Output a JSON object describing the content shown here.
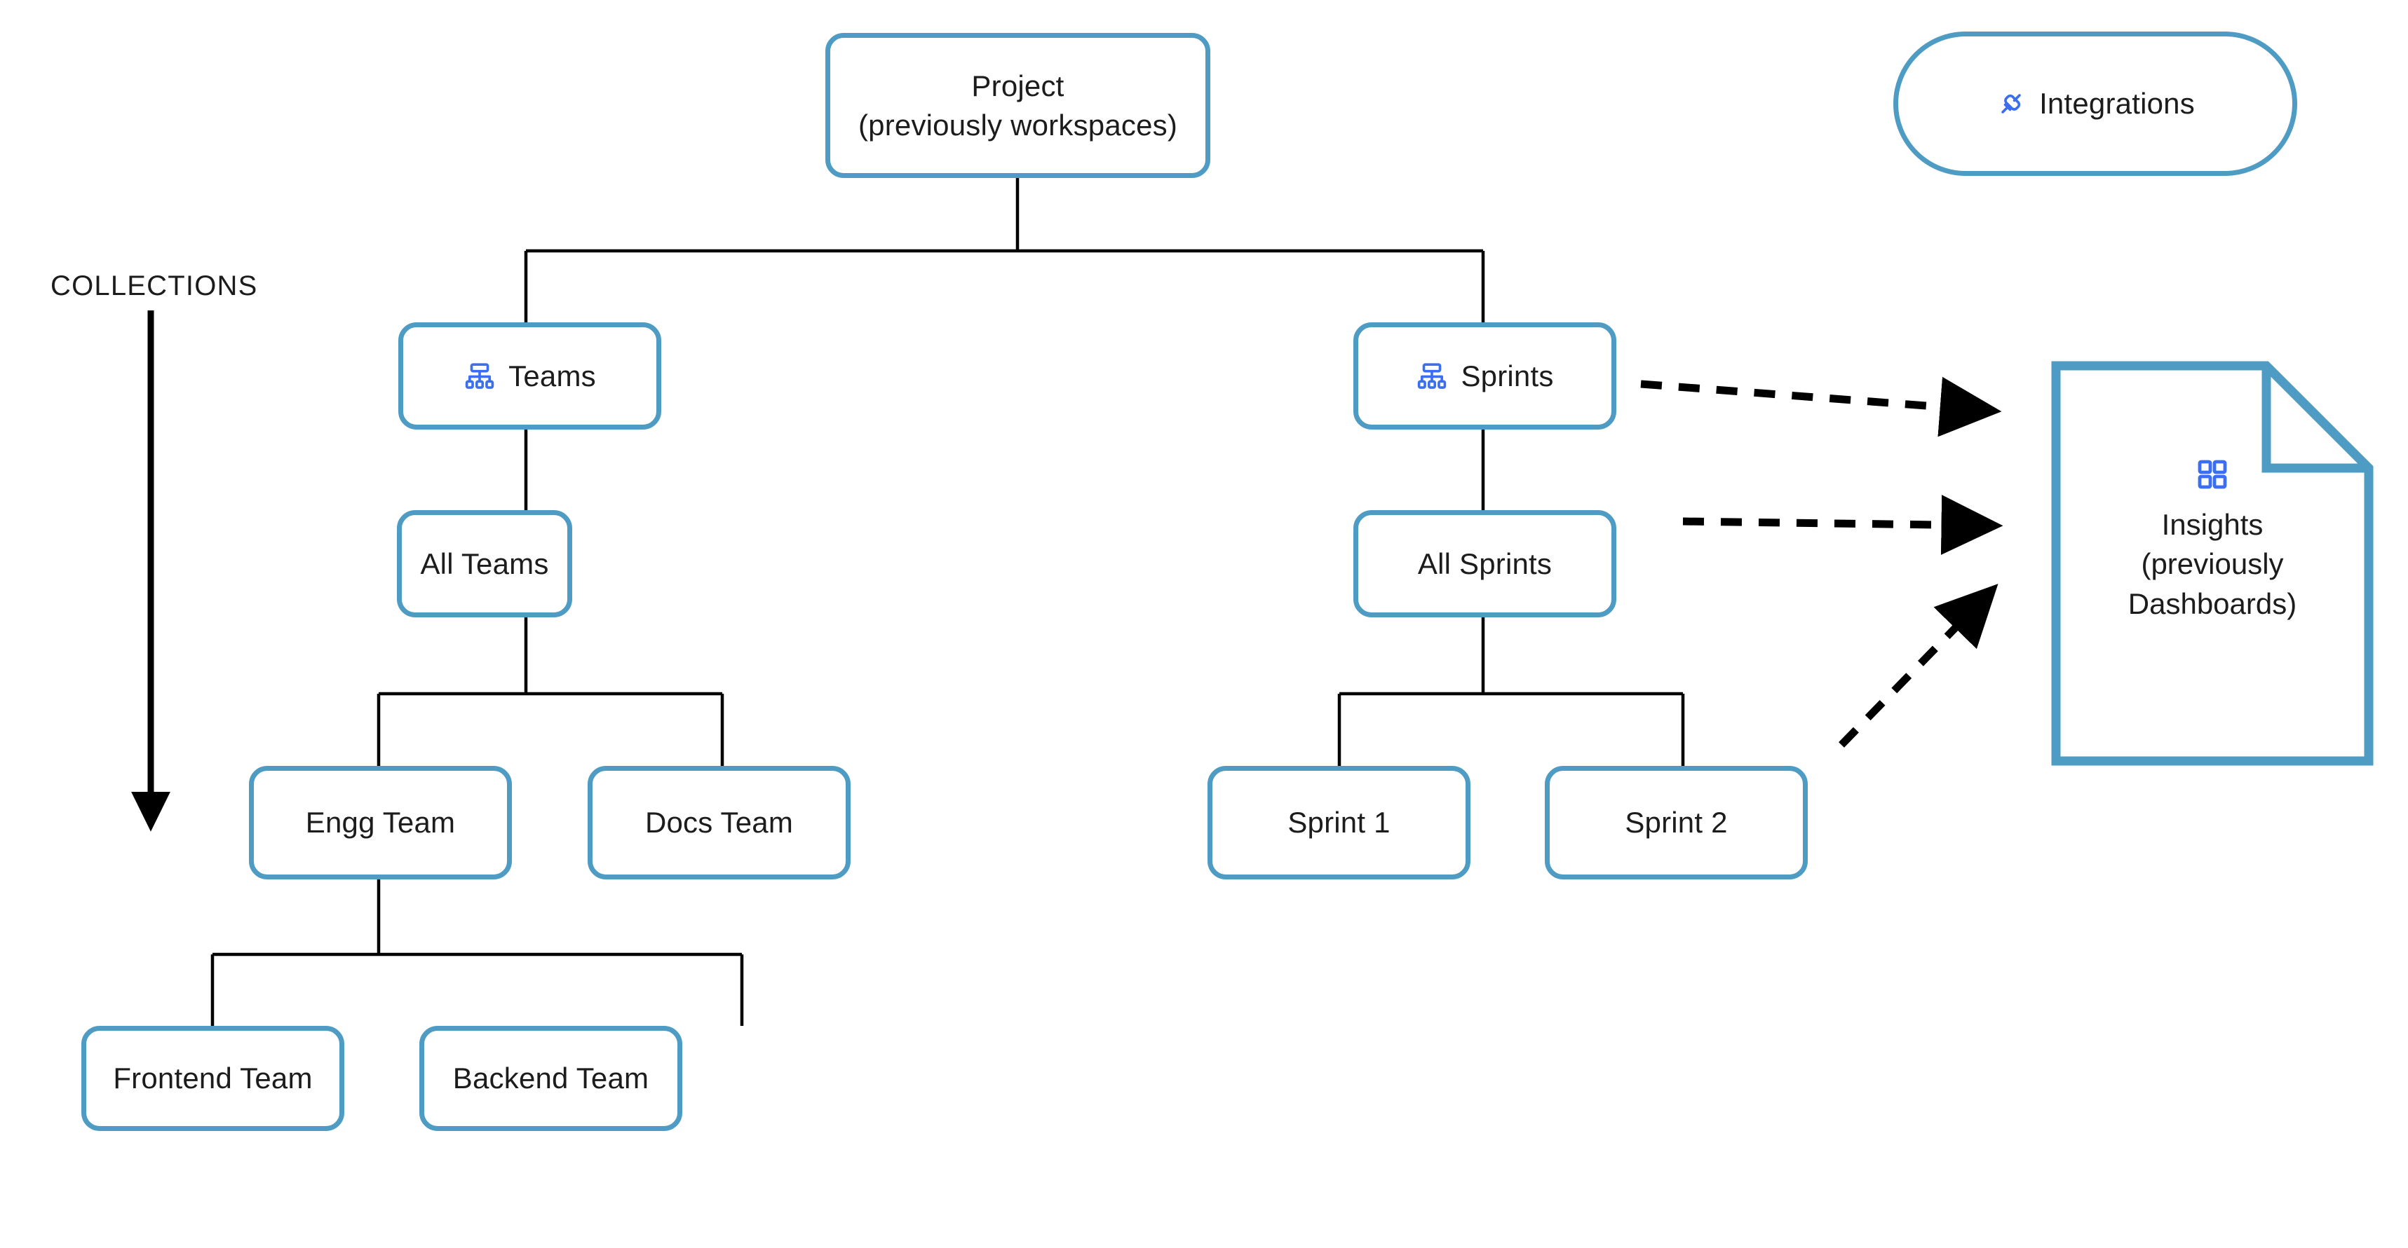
{
  "diagram": {
    "title_label": "COLLECTIONS",
    "colors": {
      "node_border": "#4e9cc4",
      "icon_blue": "#3b6ef0",
      "edge_line": "#000000",
      "text": "#1c1c1c",
      "background": "#ffffff"
    },
    "nodes": {
      "project": {
        "label": "Project\n(previously workspaces)",
        "icon": null
      },
      "integrations": {
        "label": "Integrations",
        "icon": "plug-connector-icon"
      },
      "teams": {
        "label": "Teams",
        "icon": "hierarchy-icon"
      },
      "all_teams": {
        "label": "All Teams",
        "icon": null
      },
      "engg_team": {
        "label": "Engg Team",
        "icon": null
      },
      "docs_team": {
        "label": "Docs Team",
        "icon": null
      },
      "frontend_team": {
        "label": "Frontend Team",
        "icon": null
      },
      "backend_team": {
        "label": "Backend Team",
        "icon": null
      },
      "sprints": {
        "label": "Sprints",
        "icon": "hierarchy-icon"
      },
      "all_sprints": {
        "label": "All Sprints",
        "icon": null
      },
      "sprint_1": {
        "label": "Sprint 1",
        "icon": null
      },
      "sprint_2": {
        "label": "Sprint 2",
        "icon": null
      },
      "insights": {
        "label": "Insights\n(previously\nDashboards)",
        "icon": "grid-dashboard-icon",
        "shape": "document-folded-corner"
      }
    },
    "edges": [
      {
        "from": "project",
        "to": "teams",
        "style": "solid"
      },
      {
        "from": "project",
        "to": "sprints",
        "style": "solid"
      },
      {
        "from": "teams",
        "to": "all_teams",
        "style": "solid"
      },
      {
        "from": "all_teams",
        "to": "engg_team",
        "style": "solid"
      },
      {
        "from": "all_teams",
        "to": "docs_team",
        "style": "solid"
      },
      {
        "from": "engg_team",
        "to": "frontend_team",
        "style": "solid"
      },
      {
        "from": "engg_team",
        "to": "backend_team",
        "style": "solid"
      },
      {
        "from": "sprints",
        "to": "all_sprints",
        "style": "solid"
      },
      {
        "from": "all_sprints",
        "to": "sprint_1",
        "style": "solid"
      },
      {
        "from": "all_sprints",
        "to": "sprint_2",
        "style": "solid"
      },
      {
        "from": "sprints",
        "to": "insights",
        "style": "dashed-arrow"
      },
      {
        "from": "all_sprints",
        "to": "insights",
        "style": "dashed-arrow"
      },
      {
        "from": "sprint_2",
        "to": "insights",
        "style": "dashed-arrow"
      }
    ],
    "collections_arrow": {
      "direction": "down",
      "description": "vertical down arrow beneath COLLECTIONS label"
    }
  }
}
